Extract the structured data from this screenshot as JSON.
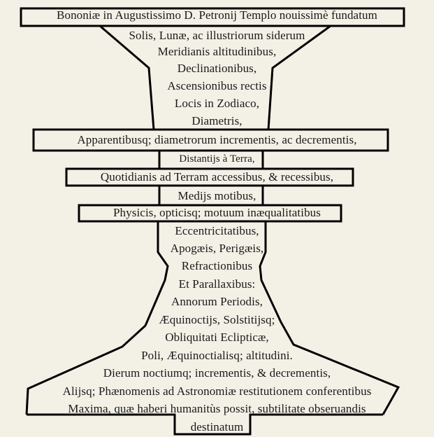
{
  "inscription": {
    "lines": [
      "Bononiæ in Augustissimo D. Petronij Templo nouissimè fundatum",
      "Solis, Lunæ, ac illustriorum siderum",
      "Meridianis altitudinibus,",
      "Declinationibus,",
      "Ascensionibus rectis",
      "Locis in Zodiaco,",
      "Diametris,",
      "Apparentibusq; diametrorum incrementis, ac decrementis,",
      "Distantijs à Terra,",
      "Quotidianis ad Terram accessibus, & recessibus,",
      "Medijs motibus,",
      "Physicis, opticisq; motuum inæqualitatibus",
      "Eccentricitatibus,",
      "Apogæis, Perigæis,",
      "Refractionibus",
      "Et Parallaxibus:",
      "Annorum Periodis,",
      "Æquinoctijs, Solstitijsq;",
      "Obliquitati Eclipticæ,",
      "Poli, Æquinoctialisq; altitudini.",
      "Dierum noctiumq; incrementis, & decrementis,",
      "Alijsq; Phænomenis ad Astronomiæ restitutionem conferentibus",
      "Maxima, quæ haberi humanitùs possit, subtilitate obseruandis",
      "destinatum"
    ]
  },
  "colors": {
    "paper": "#f3f0e6",
    "ink": "#1a1a1a",
    "outline": "#000000"
  }
}
